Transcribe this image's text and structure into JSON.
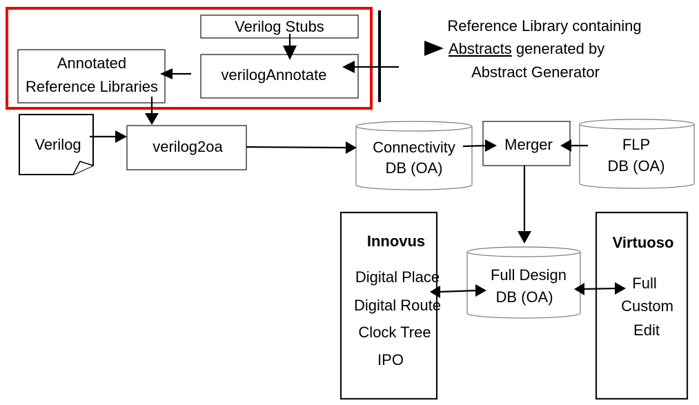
{
  "highlight": {
    "color": "#ee0000",
    "nodes": [
      "verilog_stubs",
      "verilog_annotate",
      "annotated_ref_libs"
    ]
  },
  "nodes": {
    "verilog_stubs": {
      "lines": [
        "Verilog Stubs"
      ]
    },
    "verilog_annotate": {
      "lines": [
        "verilogAnnotate"
      ]
    },
    "annotated_ref_libs": {
      "lines": [
        "Annotated",
        "Reference Libraries"
      ]
    },
    "verilog": {
      "lines": [
        "Verilog"
      ],
      "shape": "document"
    },
    "verilog2oa": {
      "lines": [
        "verilog2oa"
      ]
    },
    "connectivity_db": {
      "lines": [
        "Connectivity",
        "DB (OA)"
      ],
      "shape": "database"
    },
    "merger": {
      "lines": [
        "Merger"
      ]
    },
    "flp_db": {
      "lines": [
        "FLP",
        "DB (OA)"
      ],
      "shape": "database"
    },
    "full_design_db": {
      "lines": [
        "Full Design",
        "DB (OA)"
      ],
      "shape": "database"
    },
    "innovus": {
      "title": "Innovus",
      "lines": [
        "Digital Place",
        "Digital Route",
        "Clock Tree",
        "IPO"
      ]
    },
    "virtuoso": {
      "title": "Virtuoso",
      "lines": [
        "Full",
        "Custom",
        "Edit"
      ]
    }
  },
  "reference_note": {
    "line1": "Reference Library containing",
    "line2_underlined": "Abstracts",
    "line2_rest": " generated by",
    "line3": "Abstract Generator",
    "icon": "right-triangle-icon"
  },
  "edges": [
    {
      "from": "verilog_stubs",
      "to": "verilog_annotate",
      "type": "arrow"
    },
    {
      "from": "reference_library_bus",
      "to": "verilog_annotate",
      "type": "arrow"
    },
    {
      "from": "verilog_annotate",
      "to": "annotated_ref_libs",
      "type": "arrow"
    },
    {
      "from": "annotated_ref_libs",
      "to": "verilog2oa",
      "type": "arrow"
    },
    {
      "from": "verilog",
      "to": "verilog2oa",
      "type": "arrow"
    },
    {
      "from": "verilog2oa",
      "to": "connectivity_db",
      "type": "arrow"
    },
    {
      "from": "connectivity_db",
      "to": "merger",
      "type": "arrow"
    },
    {
      "from": "flp_db",
      "to": "merger",
      "type": "arrow"
    },
    {
      "from": "merger",
      "to": "full_design_db",
      "type": "arrow"
    },
    {
      "from": "innovus",
      "to": "full_design_db",
      "type": "bidirectional"
    },
    {
      "from": "full_design_db",
      "to": "virtuoso",
      "type": "bidirectional"
    }
  ]
}
